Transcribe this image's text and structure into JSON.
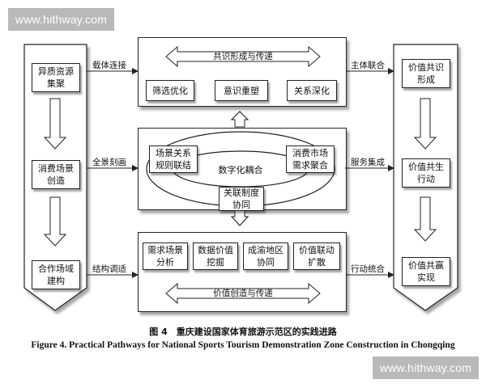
{
  "watermarks": {
    "top": "www.hithway.com",
    "bottom": "www.hithway.com"
  },
  "left_column": {
    "items": [
      "异质资源\n集聚",
      "消费场景\n创造",
      "合作场域\n建构"
    ]
  },
  "right_column": {
    "items": [
      "价值共识\n形成",
      "价值共生\n行动",
      "价值共赢\n实现"
    ]
  },
  "top_panel": {
    "banner": "共识形成与传递",
    "items": [
      "筛选优化",
      "意识重塑",
      "关系深化"
    ]
  },
  "middle_panel": {
    "center": "数字化耦合",
    "left": "场景关系\n规则联结",
    "right": "消费市场\n需求聚合",
    "bottom": "关联制度\n协同"
  },
  "bottom_panel": {
    "items": [
      "需求场景\n分析",
      "数据价值\n挖掘",
      "成渝地区\n协同",
      "价值联动\n扩散"
    ],
    "banner": "价值创造与传递"
  },
  "connector_labels": {
    "left_top": "载体连接",
    "left_middle": "全景刻画",
    "left_bottom": "结构调适",
    "right_top": "主体联合",
    "right_middle": "服务集成",
    "right_bottom": "行动统合"
  },
  "caption": {
    "cn": "图 4　重庆建设国家体育旅游示范区的实践进路",
    "en": "Figure 4.    Practical Pathways for National Sports Tourism Demonstration Zone Construction in Chongqing"
  }
}
